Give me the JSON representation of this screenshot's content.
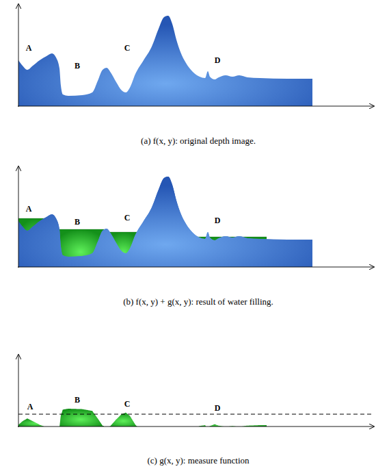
{
  "diagram": {
    "labels": [
      "A",
      "B",
      "C",
      "D",
      "(a) f(x, y): original depth image.",
      "A",
      "B",
      "C",
      "D",
      "(b) f(x, y) + g(x, y): result of water filling.",
      "A",
      "B",
      "C",
      "D",
      "(c) g(x, y): measure function"
    ]
  }
}
